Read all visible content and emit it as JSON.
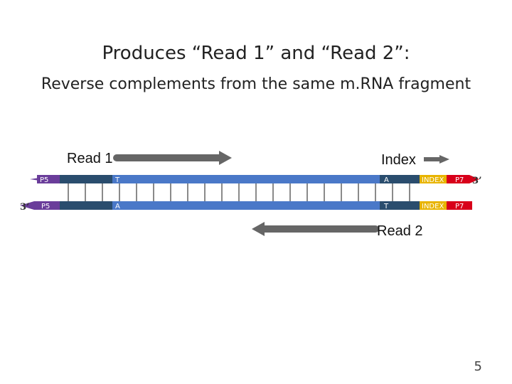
{
  "slide": {
    "title": "Produces “Read 1” and “Read 2”:",
    "subtitle": "Reverse complements from the same m.RNA fragment",
    "page_number": "5"
  },
  "diagram": {
    "read1_label": "Read 1",
    "index_label": "Index",
    "read2_label": "Read 2",
    "top_strand": {
      "p5_label": "P5",
      "base_left": "T",
      "base_right": "A",
      "index_label": "INDEX",
      "p7_label": "P7",
      "end_label": "3’"
    },
    "bottom_strand": {
      "end_label": "3’",
      "p5_label": "P5",
      "base_left": "A",
      "base_right": "T",
      "index_label": "INDEX",
      "p7_label": "P7"
    },
    "colors": {
      "p5": "#6a3d9a",
      "adapter_dark": "#2a4d6e",
      "insert": "#4a78c8",
      "index": "#e8b400",
      "p7": "#d8001a",
      "arrow": "#666666",
      "rung": "#8a8a8a"
    }
  }
}
